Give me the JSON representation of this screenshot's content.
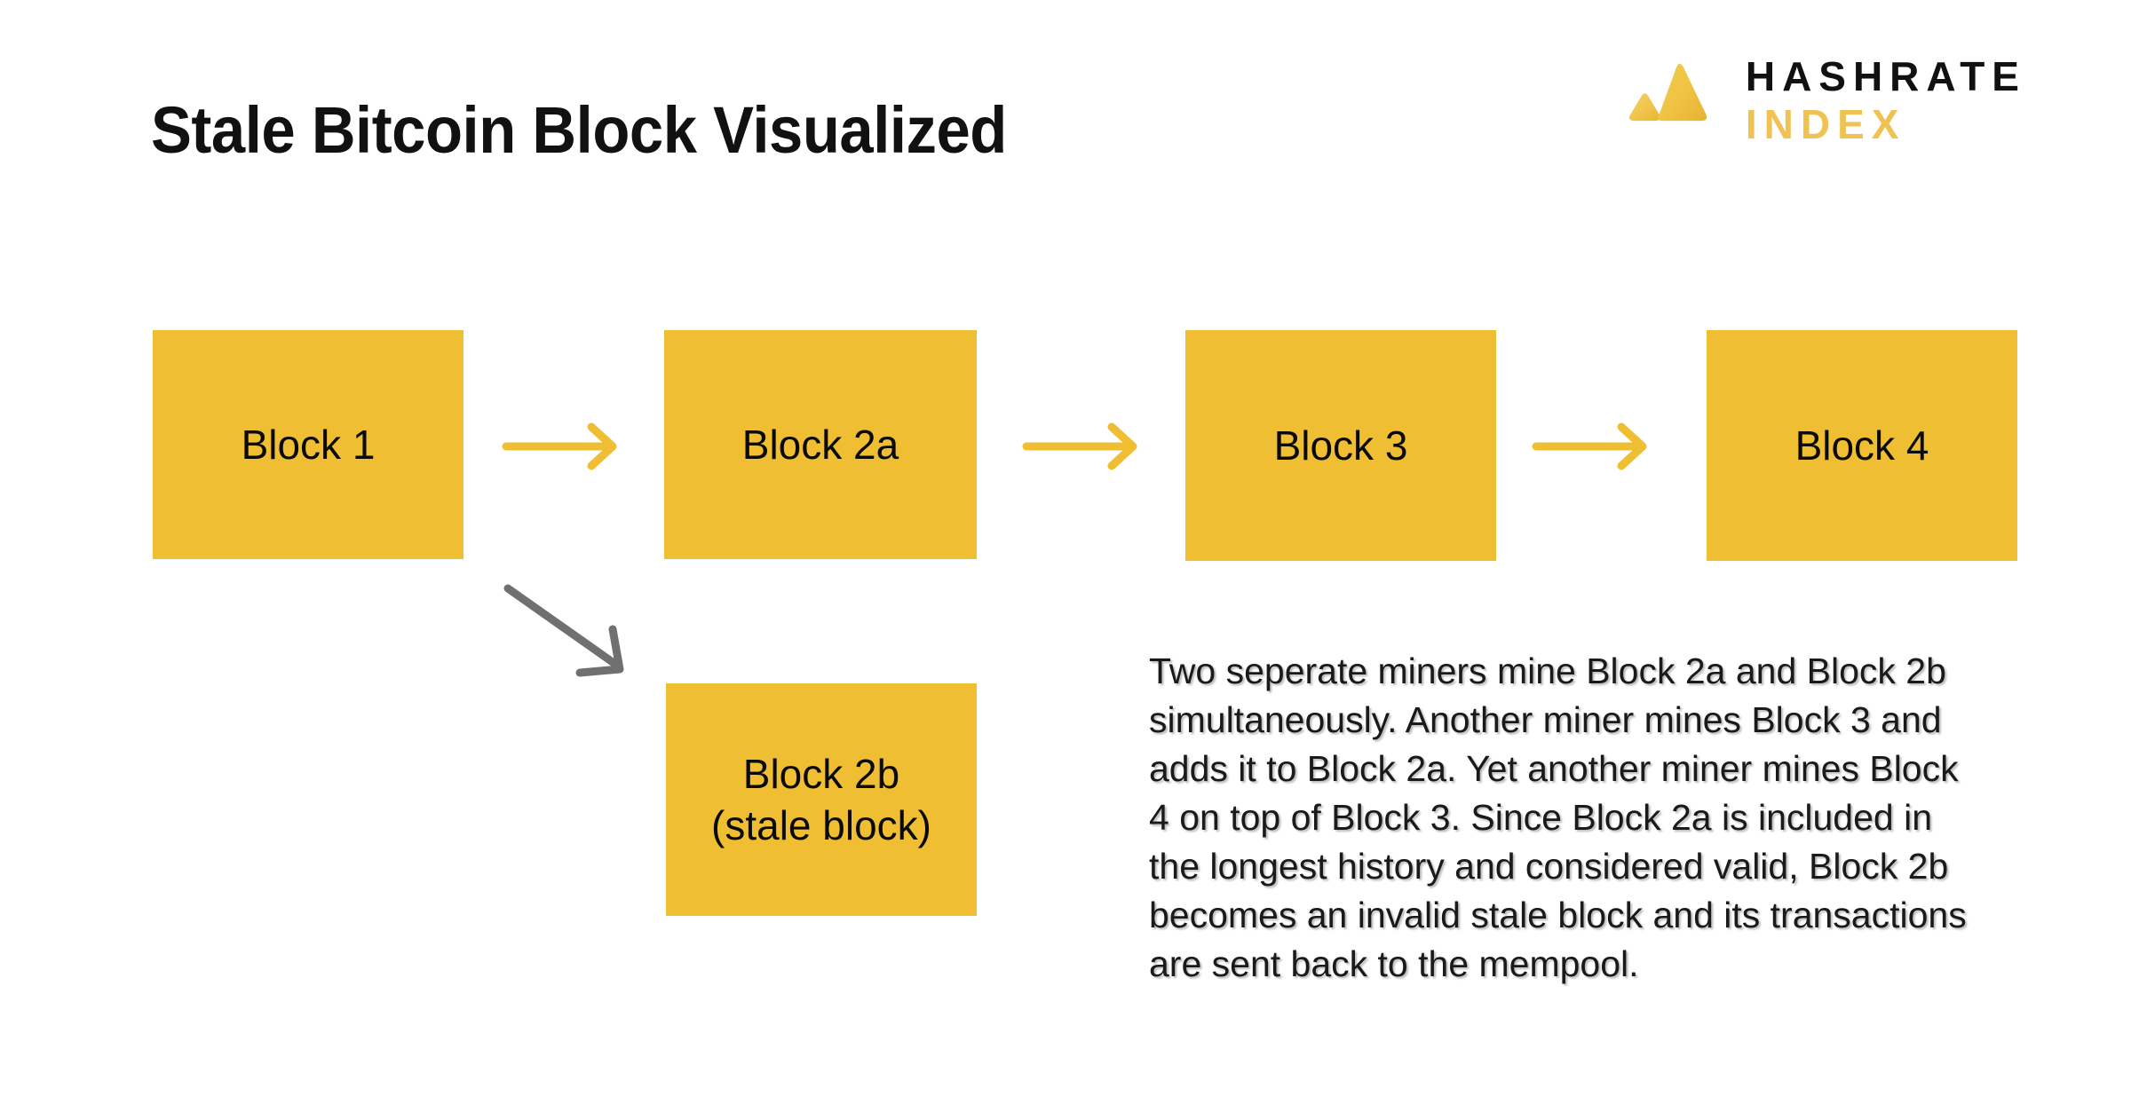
{
  "header": {
    "title": "Stale Bitcoin Block Visualized",
    "brand": {
      "logo_icon": "hashrate-index-mountain-icon",
      "line_top": "HASHRATE",
      "line_bottom": "INDEX",
      "accent_color": "#EFC253"
    }
  },
  "diagram": {
    "block_color": "#EFBE33",
    "arrow_color": "#EFBE33",
    "stale_arrow_color": "#707070",
    "blocks": [
      {
        "id": "block-1",
        "label": "Block 1"
      },
      {
        "id": "block-2a",
        "label": "Block 2a"
      },
      {
        "id": "block-3",
        "label": "Block 3"
      },
      {
        "id": "block-4",
        "label": "Block 4"
      },
      {
        "id": "block-2b",
        "label": "Block 2b\n(stale block)"
      }
    ],
    "arrows": [
      {
        "id": "arrow-1-2a",
        "from": "Block 1",
        "to": "Block 2a",
        "icon": "arrow-right-icon",
        "color": "#EFBE33"
      },
      {
        "id": "arrow-2a-3",
        "from": "Block 2a",
        "to": "Block 3",
        "icon": "arrow-right-icon",
        "color": "#EFBE33"
      },
      {
        "id": "arrow-3-4",
        "from": "Block 3",
        "to": "Block 4",
        "icon": "arrow-right-icon",
        "color": "#EFBE33"
      },
      {
        "id": "arrow-1-2b",
        "from": "Block 1",
        "to": "Block 2b",
        "icon": "arrow-diagonal-down-right-icon",
        "color": "#707070"
      }
    ]
  },
  "explanation": {
    "text": "Two seperate miners mine Block 2a and Block 2b simultaneously. Another miner mines Block 3 and adds it to Block 2a. Yet another miner mines Block 4 on top of Block 3. Since Block 2a is included in the longest history and considered valid, Block 2b becomes an invalid stale block and its transactions are sent back to the mempool."
  }
}
